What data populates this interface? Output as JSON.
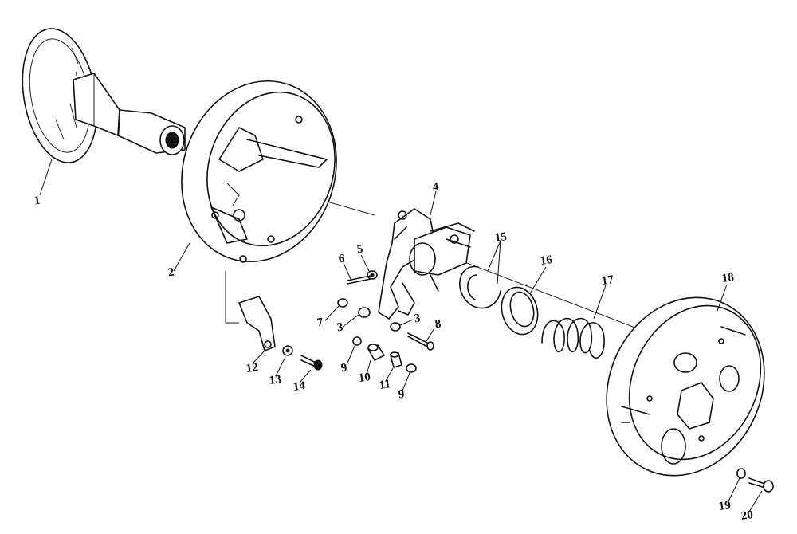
{
  "diagram": {
    "callouts": [
      {
        "id": "c1",
        "label": "1"
      },
      {
        "id": "c2",
        "label": "2"
      },
      {
        "id": "c3a",
        "label": "3"
      },
      {
        "id": "c3b",
        "label": "3"
      },
      {
        "id": "c4",
        "label": "4"
      },
      {
        "id": "c5",
        "label": "5"
      },
      {
        "id": "c6",
        "label": "6"
      },
      {
        "id": "c7",
        "label": "7"
      },
      {
        "id": "c8",
        "label": "8"
      },
      {
        "id": "c9a",
        "label": "9"
      },
      {
        "id": "c9b",
        "label": "9"
      },
      {
        "id": "c10",
        "label": "10"
      },
      {
        "id": "c11",
        "label": "11"
      },
      {
        "id": "c12",
        "label": "12"
      },
      {
        "id": "c13",
        "label": "13"
      },
      {
        "id": "c14",
        "label": "14"
      },
      {
        "id": "c15",
        "label": "15"
      },
      {
        "id": "c16",
        "label": "16"
      },
      {
        "id": "c17",
        "label": "17"
      },
      {
        "id": "c18",
        "label": "18"
      },
      {
        "id": "c19",
        "label": "19"
      },
      {
        "id": "c20",
        "label": "20"
      }
    ]
  }
}
